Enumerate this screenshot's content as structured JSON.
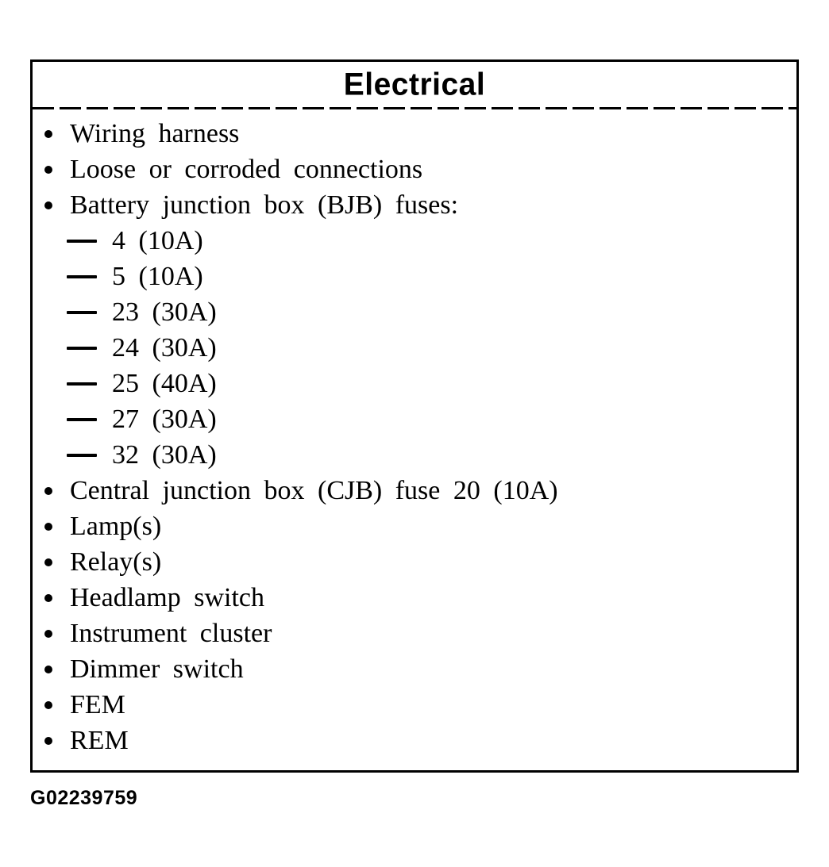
{
  "colors": {
    "ink": "#000000",
    "paper": "#ffffff"
  },
  "panel": {
    "title": "Electrical",
    "markers": {
      "bullet": "•",
      "dash": "—"
    },
    "items": [
      {
        "level": "bullet",
        "label": "Wiring harness"
      },
      {
        "level": "bullet",
        "label": "Loose or corroded connections"
      },
      {
        "level": "bullet",
        "label": "Battery junction box (BJB) fuses:"
      },
      {
        "level": "dash",
        "label": "4 (10A)"
      },
      {
        "level": "dash",
        "label": "5 (10A)"
      },
      {
        "level": "dash",
        "label": "23 (30A)"
      },
      {
        "level": "dash",
        "label": "24 (30A)"
      },
      {
        "level": "dash",
        "label": "25 (40A)"
      },
      {
        "level": "dash",
        "label": "27 (30A)"
      },
      {
        "level": "dash",
        "label": "32 (30A)"
      },
      {
        "level": "bullet",
        "label": "Central junction box (CJB) fuse 20 (10A)"
      },
      {
        "level": "bullet",
        "label": "Lamp(s)"
      },
      {
        "level": "bullet",
        "label": "Relay(s)"
      },
      {
        "level": "bullet",
        "label": "Headlamp switch"
      },
      {
        "level": "bullet",
        "label": "Instrument cluster"
      },
      {
        "level": "bullet",
        "label": "Dimmer switch"
      },
      {
        "level": "bullet",
        "label": "FEM"
      },
      {
        "level": "bullet",
        "label": "REM"
      }
    ]
  },
  "footer": {
    "figure_code": "G02239759"
  }
}
